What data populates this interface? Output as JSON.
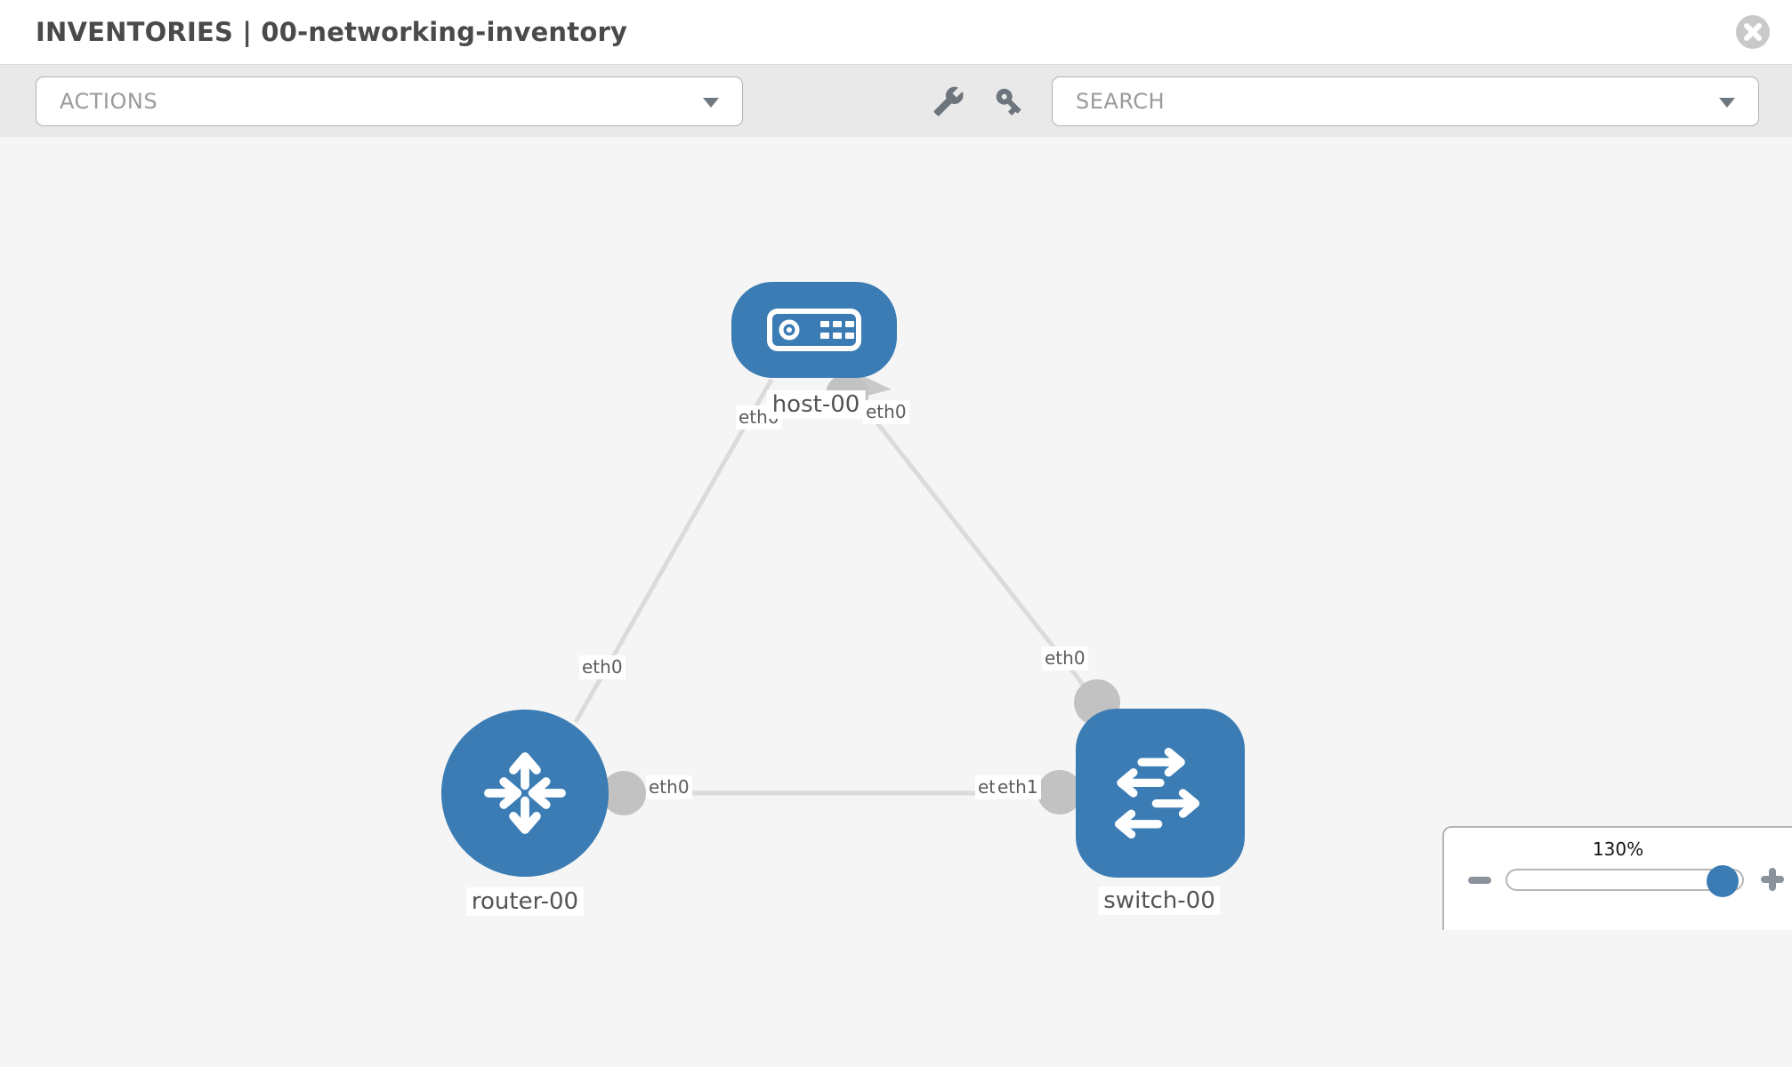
{
  "header": {
    "title": "INVENTORIES | 00-networking-inventory",
    "close_icon": "x-circle-icon"
  },
  "toolbar": {
    "actions_dropdown": {
      "label": "ACTIONS"
    },
    "tools": [
      {
        "name": "wrench-icon"
      },
      {
        "name": "key-icon"
      }
    ],
    "search_dropdown": {
      "placeholder": "SEARCH"
    }
  },
  "graph": {
    "nodes": [
      {
        "id": "host-00",
        "type": "host",
        "label": "host-00"
      },
      {
        "id": "router-00",
        "type": "router",
        "label": "router-00"
      },
      {
        "id": "switch-00",
        "type": "switch",
        "label": "switch-00"
      }
    ],
    "links": [
      {
        "source": "host-00",
        "target": "router-00",
        "source_interface": "eth0",
        "target_interface": "eth0"
      },
      {
        "source": "host-00",
        "target": "switch-00",
        "source_interface": "eth0",
        "target_interface": "eth0"
      },
      {
        "source": "router-00",
        "target": "switch-00",
        "source_interface": "eth0",
        "target_interface": "eth1"
      }
    ]
  },
  "zoom_control": {
    "value": "130%",
    "percent": 130,
    "minus_icon": "minus-icon",
    "plus_icon": "plus-icon"
  },
  "colors": {
    "node_blue": "#3b7cb4",
    "link_gray": "#dbdbdb",
    "connector_gray": "#c2c2c2",
    "canvas_bg": "#f5f5f5",
    "toolbar_bg": "#e9e9e9"
  }
}
